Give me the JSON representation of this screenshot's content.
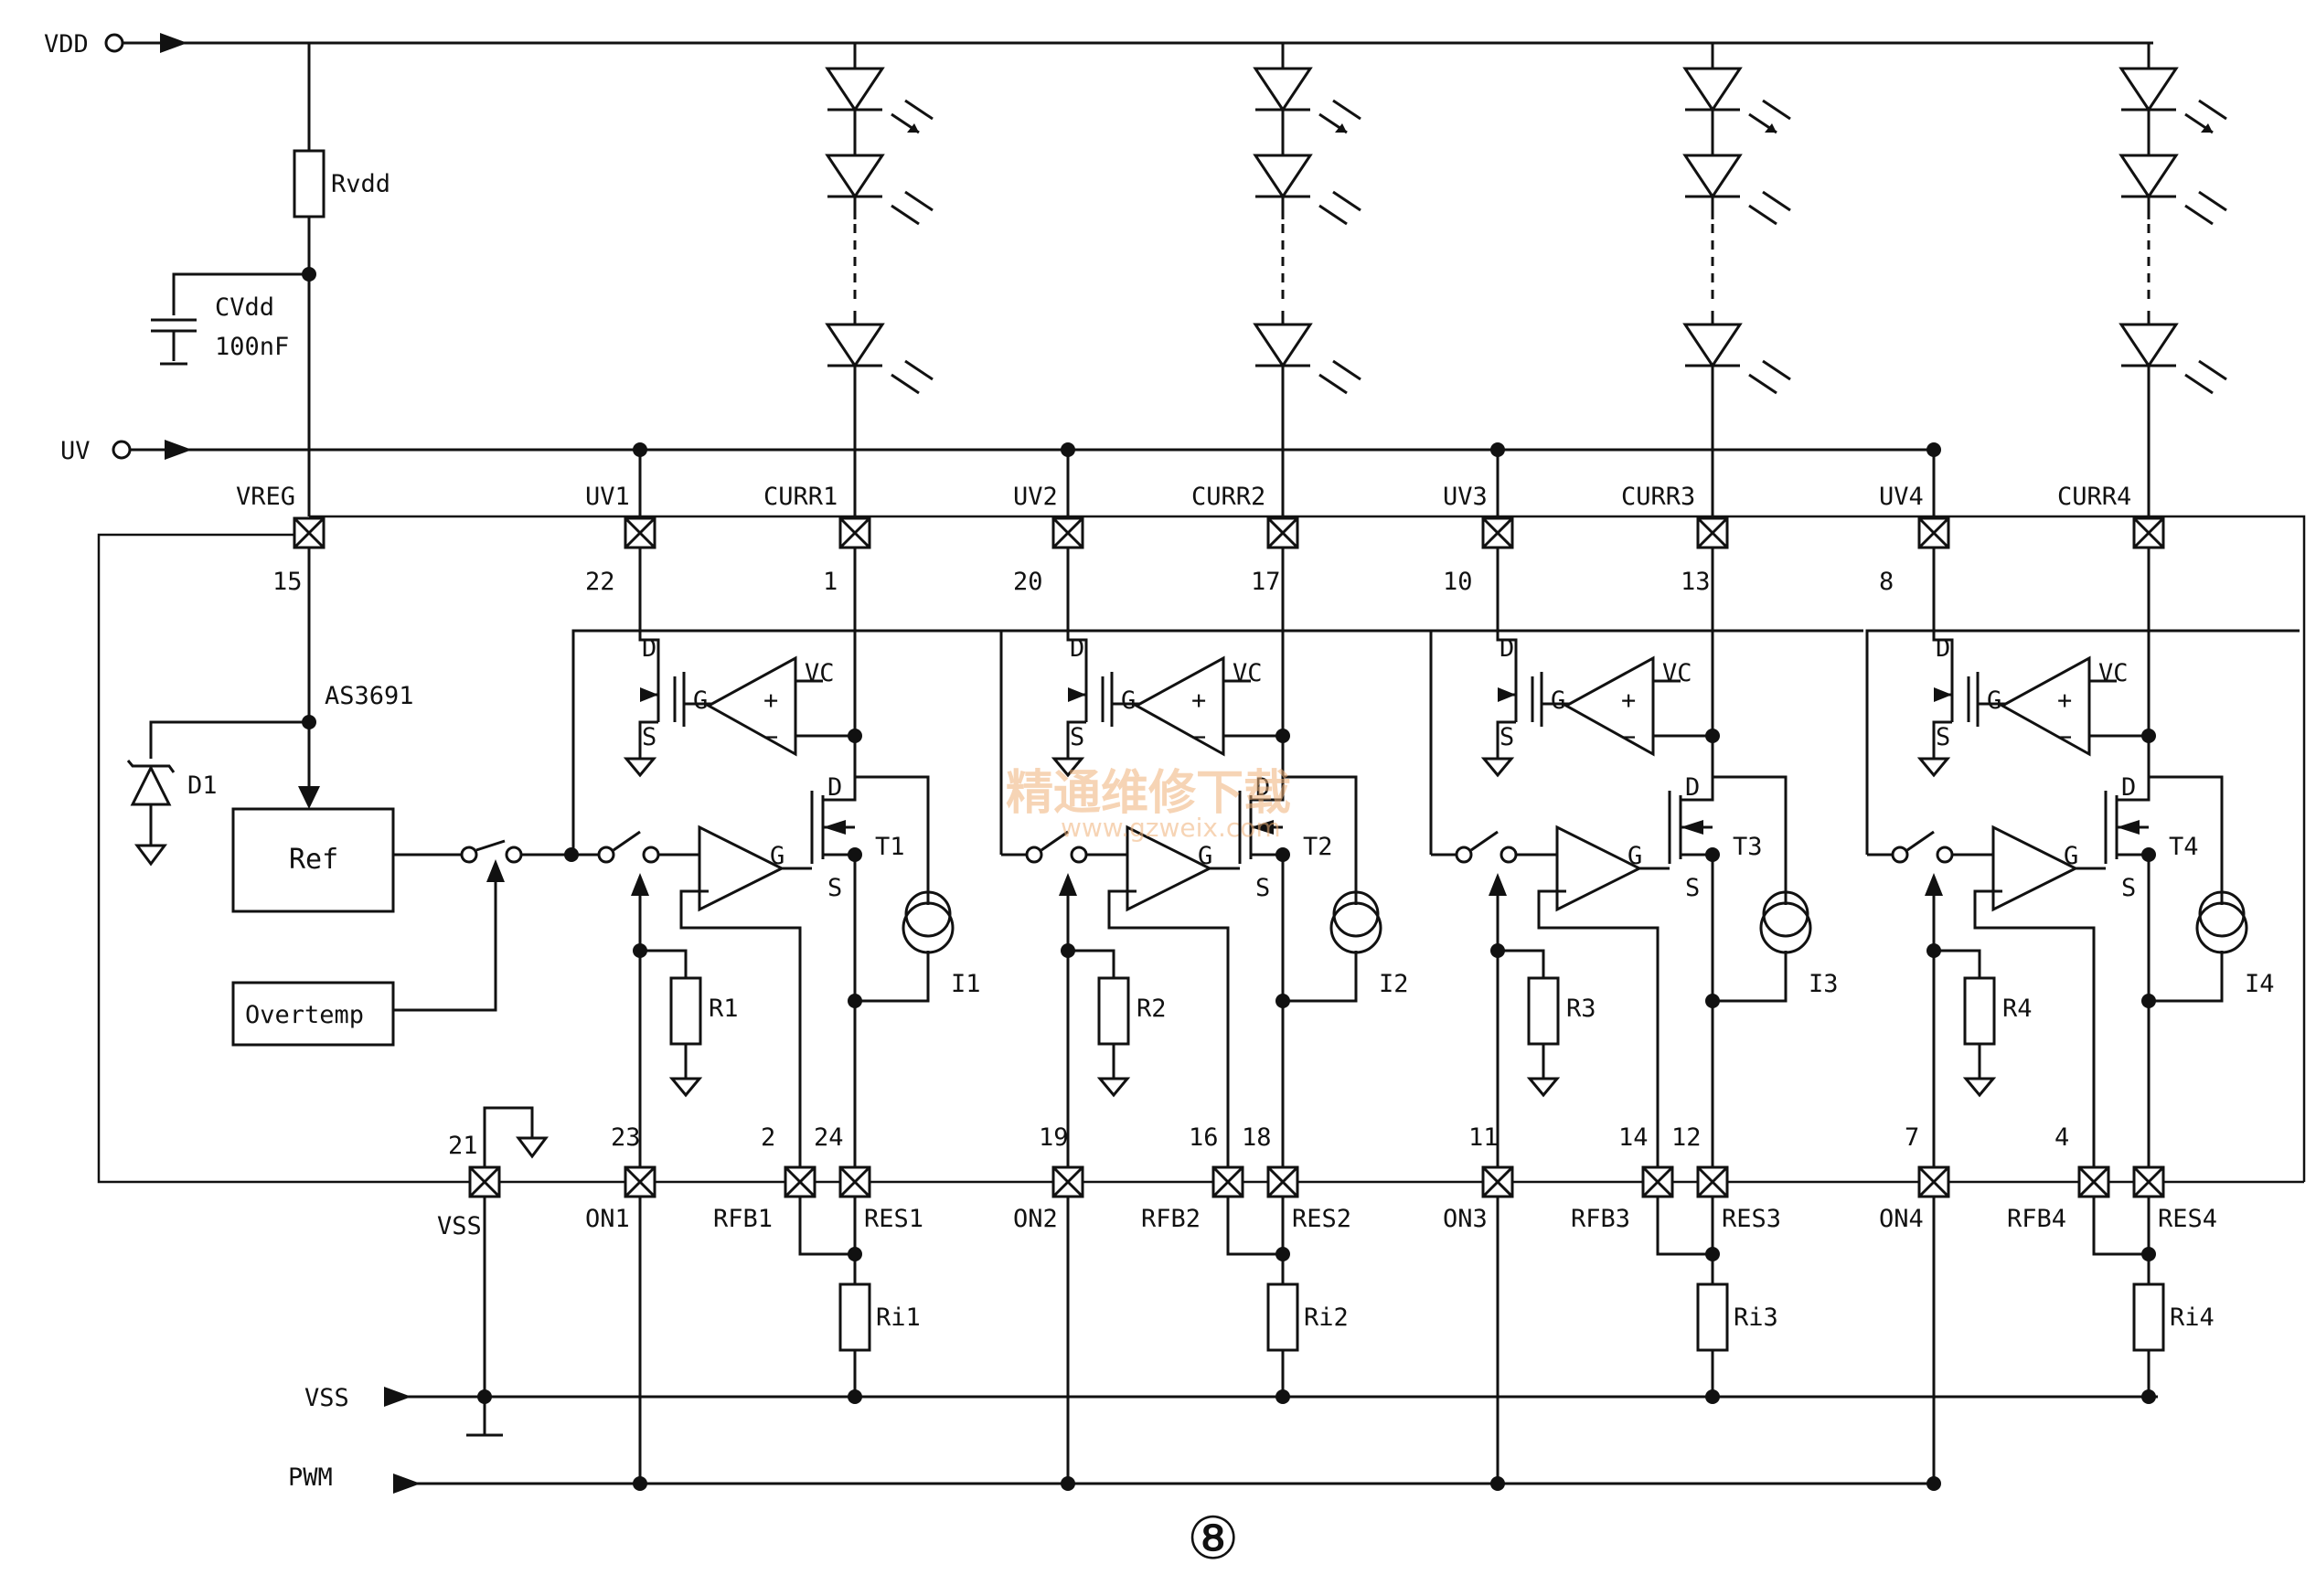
{
  "inputs": {
    "vdd": "VDD",
    "uv": "UV",
    "vss": "VSS",
    "pwm": "PWM"
  },
  "supply": {
    "rvdd": "Rvdd",
    "cvdd": "CVdd",
    "cvdd_value": "100nF",
    "d1": "D1"
  },
  "chip": {
    "name": "AS3691",
    "ref": "Ref",
    "overtemp": "Overtemp"
  },
  "left_pins": {
    "vreg": "VREG",
    "vreg_num": "15",
    "vss": "VSS",
    "vss_num": "21"
  },
  "opamp": {
    "vc": "VC",
    "plus": "+",
    "minus": "−",
    "d": "D",
    "g": "G",
    "s": "S"
  },
  "channels": [
    {
      "uv": "UV1",
      "uv_num": "22",
      "curr": "CURR1",
      "curr_num": "1",
      "on": "ON1",
      "on_num": "23",
      "rfb": "RFB1",
      "rfb_num": "2",
      "res": "RES1",
      "res_num": "24",
      "t": "T1",
      "i": "I1",
      "r": "R1",
      "ri": "Ri1"
    },
    {
      "uv": "UV2",
      "uv_num": "20",
      "curr": "CURR2",
      "curr_num": "17",
      "on": "ON2",
      "on_num": "19",
      "rfb": "RFB2",
      "rfb_num": "16",
      "res": "RES2",
      "res_num": "18",
      "t": "T2",
      "i": "I2",
      "r": "R2",
      "ri": "Ri2"
    },
    {
      "uv": "UV3",
      "uv_num": "10",
      "curr": "CURR3",
      "curr_num": "13",
      "on": "ON3",
      "on_num": "11",
      "rfb": "RFB3",
      "rfb_num": "14",
      "res": "RES3",
      "res_num": "12",
      "t": "T3",
      "i": "I3",
      "r": "R3",
      "ri": "Ri3"
    },
    {
      "uv": "UV4",
      "uv_num": "8",
      "curr": "CURR4",
      "curr_num": "",
      "on": "ON4",
      "on_num": "7",
      "rfb": "RFB4",
      "rfb_num": "4",
      "res": "RES4",
      "res_num": "",
      "t": "T4",
      "i": "I4",
      "r": "R4",
      "ri": "Ri4"
    }
  ],
  "figure_number": "⑧",
  "watermark": {
    "cn": "精通维修下载",
    "url": "www.gzweix.com"
  }
}
